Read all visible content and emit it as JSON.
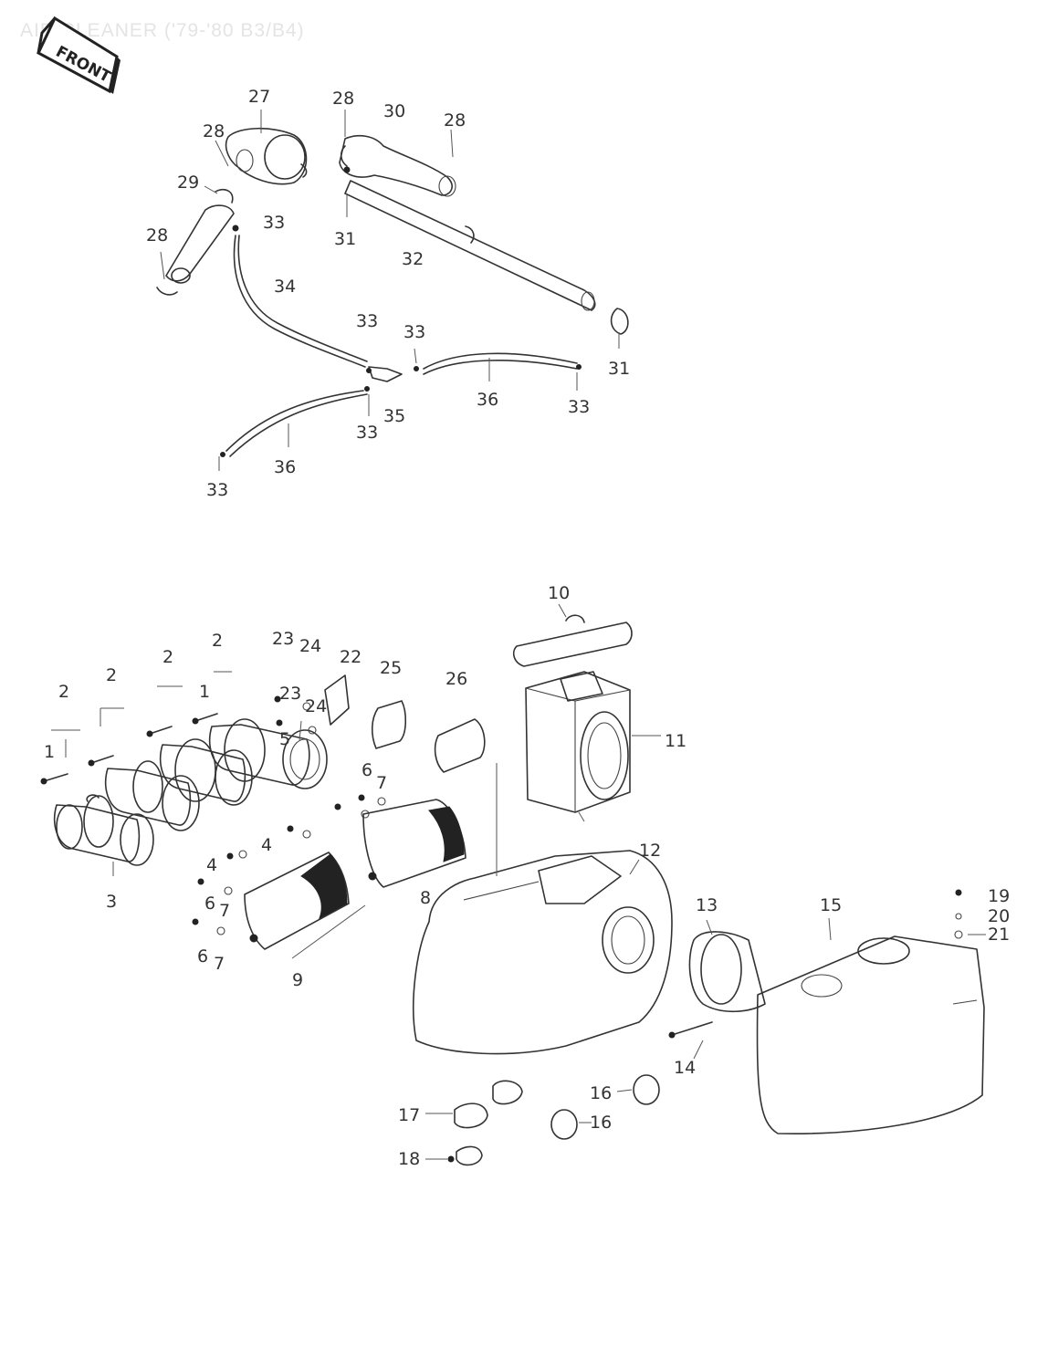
{
  "title": "AIR CLEANER ('79-'80 B3/B4)",
  "front_label": "FRONT",
  "callouts": {
    "c1": "1",
    "c2": "2",
    "c3": "3",
    "c4": "4",
    "c5": "5",
    "c6": "6",
    "c7": "7",
    "c8": "8",
    "c9": "9",
    "c10": "10",
    "c11": "11",
    "c12": "12",
    "c13": "13",
    "c14": "14",
    "c15": "15",
    "c16": "16",
    "c17": "17",
    "c18": "18",
    "c19": "19",
    "c20": "20",
    "c21": "21",
    "c22": "22",
    "c23": "23",
    "c24": "24",
    "c25": "25",
    "c26": "26",
    "c27": "27",
    "c28": "28",
    "c29": "29",
    "c30": "30",
    "c31": "31",
    "c32": "32",
    "c33": "33",
    "c34": "34",
    "c35": "35",
    "c36": "36"
  }
}
